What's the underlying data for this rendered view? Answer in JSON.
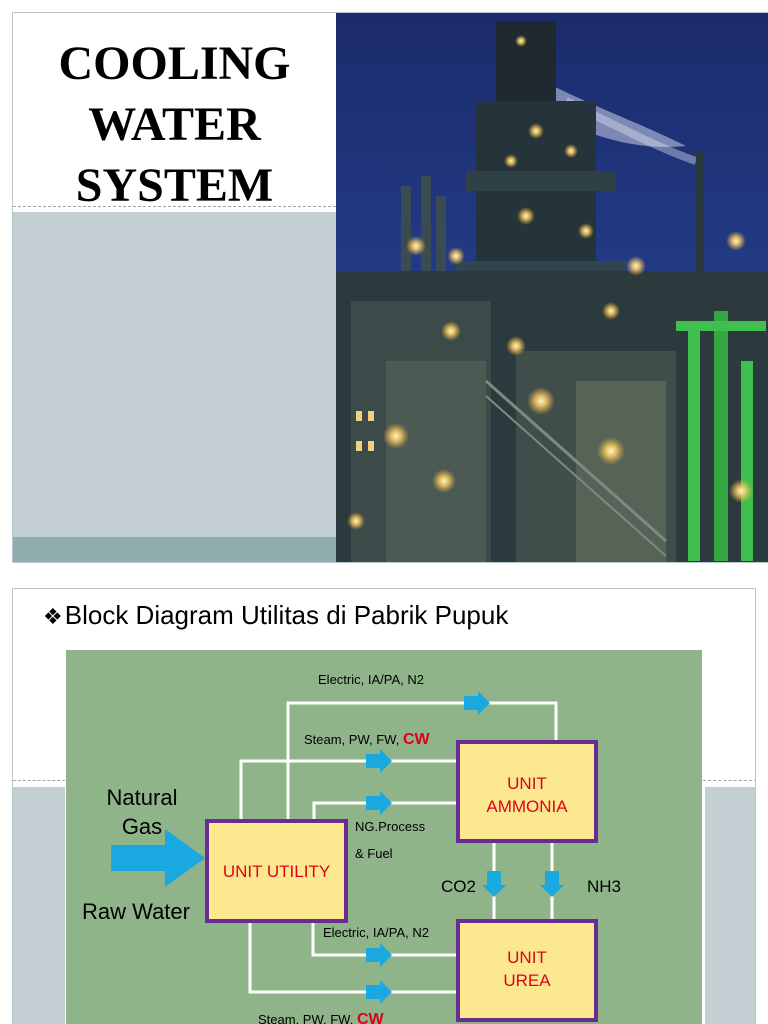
{
  "slide1": {
    "title_lines": [
      "COOLING",
      "WATER",
      "SYSTEM"
    ]
  },
  "slide2": {
    "heading": "Block Diagram Utilitas di Pabrik Pupuk",
    "bullet_glyph": "❖",
    "diagram": {
      "background_color": "#8fb48a",
      "block_fill": "#fce98f",
      "block_border": "#6b2c8f",
      "block_text_color": "#e0001a",
      "arrow_color": "#1aa8e0",
      "line_color": "#ffffff",
      "inputs": {
        "natural_gas": "Natural Gas",
        "raw_water": "Raw Water"
      },
      "blocks": {
        "utility": "UNIT UTILITY",
        "ammonia": "UNIT AMMONIA",
        "urea": "UNIT UREA"
      },
      "flows": {
        "top_electric": "Electric, IA/PA, N2",
        "top_steam": "Steam, PW, FW,",
        "top_cw": "CW",
        "ng_process": "NG.Process",
        "fuel": "& Fuel",
        "co2": "CO2",
        "nh3": "NH3",
        "bottom_electric": "Electric, IA/PA, N2",
        "bottom_steam": "Steam, PW, FW,",
        "bottom_cw": "CW"
      }
    }
  }
}
